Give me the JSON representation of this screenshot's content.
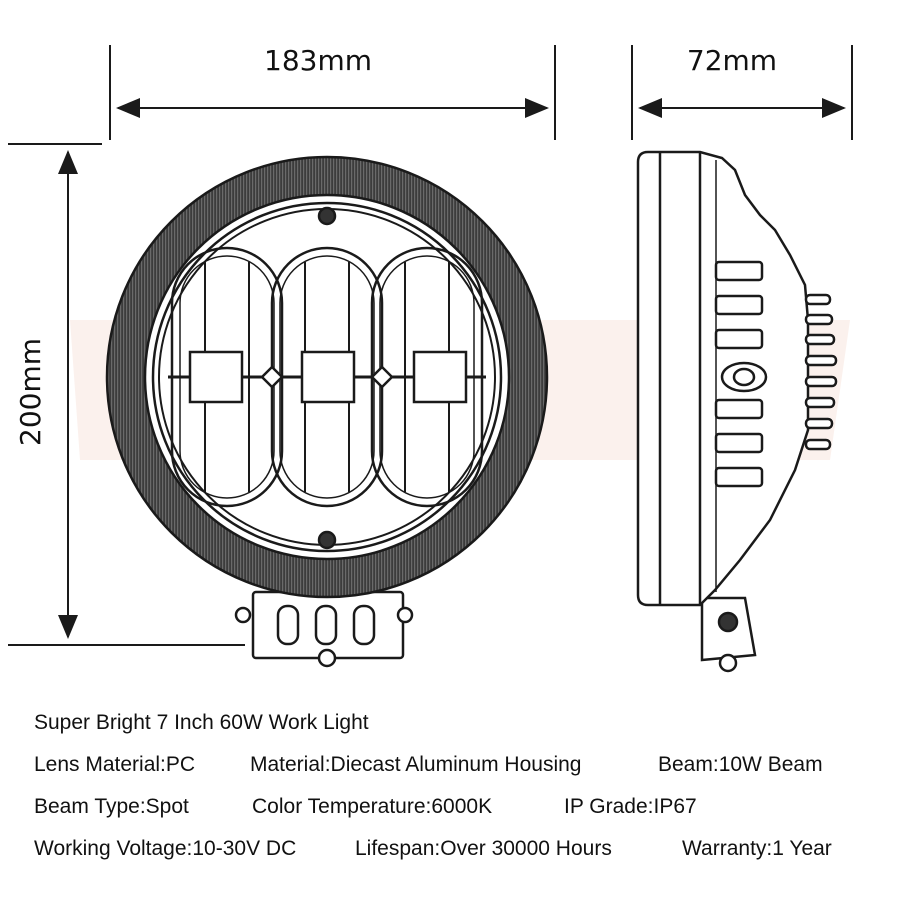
{
  "dimensions": {
    "front_width": "183mm",
    "side_depth": "72mm",
    "front_height": "200mm"
  },
  "specs": {
    "title": "Super Bright 7 Inch 60W Work Light",
    "row2": [
      "Lens Material:PC",
      "Material:Diecast Aluminum Housing",
      "Beam:10W Beam"
    ],
    "row3": [
      "Beam Type:Spot",
      "Color Temperature:6000K",
      "IP Grade:IP67"
    ],
    "row4": [
      "Working Voltage:10-30V DC",
      "Lifespan:Over 30000 Hours",
      "Warranty:1 Year"
    ]
  },
  "colors": {
    "line": "#1a1a1a",
    "rim": "#4a4a4a",
    "watermark": "#f3dcd4"
  }
}
